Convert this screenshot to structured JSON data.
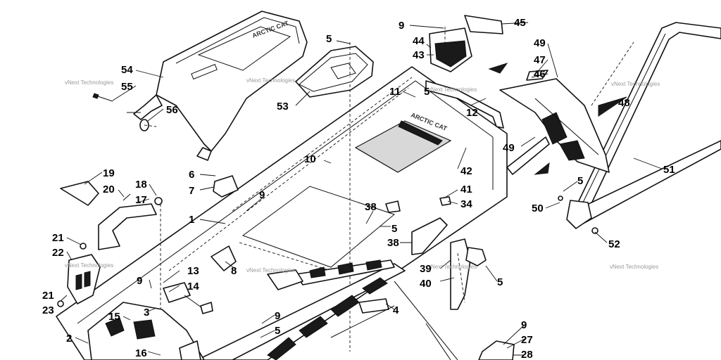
{
  "diagram": {
    "watermark_text": "vNext Technologies",
    "seat_brand_text": "ARCTIC CAT",
    "tunnel_brand_text": "ARCTIC CAT",
    "part_numbers": {
      "n1": "1",
      "n2": "2",
      "n3": "3",
      "n4": "4",
      "n5a": "5",
      "n5b": "5",
      "n5c": "5",
      "n5d": "5",
      "n5e": "5",
      "n5f": "5",
      "n6": "6",
      "n7": "7",
      "n8": "8",
      "n9a": "9",
      "n9b": "9",
      "n9c": "9",
      "n9d": "9",
      "n9e": "9",
      "n10": "10",
      "n11": "11",
      "n12": "12",
      "n13": "13",
      "n14": "14",
      "n15": "15",
      "n16": "16",
      "n17": "17",
      "n18": "18",
      "n19": "19",
      "n20": "20",
      "n21a": "21",
      "n21b": "21",
      "n22": "22",
      "n23": "23",
      "n27": "27",
      "n28": "28",
      "n34": "34",
      "n38a": "38",
      "n38b": "38",
      "n39": "39",
      "n40": "40",
      "n41": "41",
      "n42": "42",
      "n43": "43",
      "n44": "44",
      "n45": "45",
      "n46": "46",
      "n47": "47",
      "n48": "48",
      "n49a": "49",
      "n49b": "49",
      "n50": "50",
      "n51": "51",
      "n52": "52",
      "n53": "53",
      "n54": "54",
      "n55": "55",
      "n56": "56"
    }
  }
}
